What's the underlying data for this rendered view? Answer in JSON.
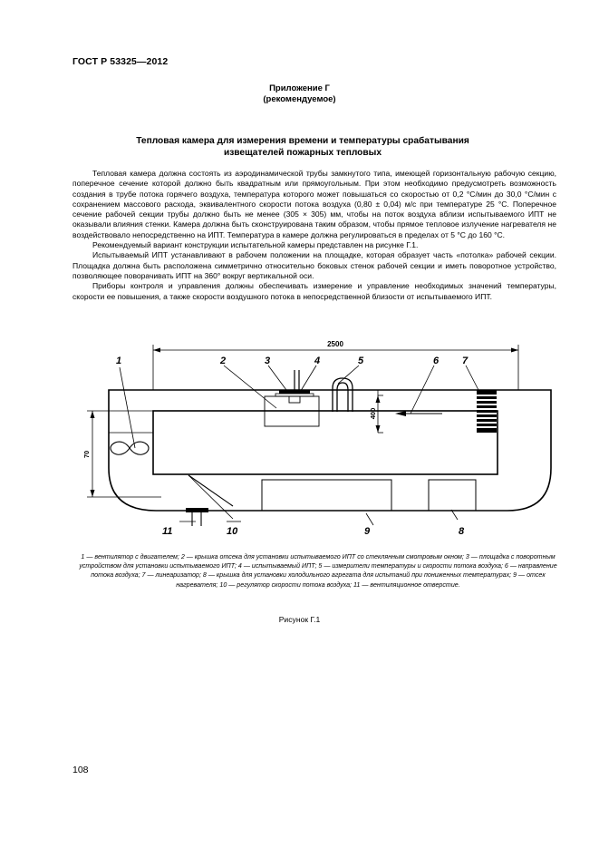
{
  "header": {
    "standard": "ГОСТ Р 53325—2012"
  },
  "annex": {
    "line1": "Приложение Г",
    "line2": "(рекомендуемое)"
  },
  "title": {
    "line1": "Тепловая камера для измерения времени и температуры срабатывания",
    "line2": "извещателей пожарных тепловых"
  },
  "body": {
    "p1": "Тепловая камера должна состоять из аэродинамической трубы замкнутого типа, имеющей горизонтальную рабочую секцию, поперечное сечение которой должно быть квадратным или прямоугольным. При этом необходимо предусмотреть возможность создания в трубе потока горячего воздуха, температура которого может повышаться со скоростью от 0,2 °С/мин до 30,0 °С/мин с сохранением массового расхода, эквивалентного скорости потока воздуха (0,80 ± 0,04) м/с при температуре 25 °С. Поперечное сечение рабочей секции трубы должно быть не менее (305 × 305) мм, чтобы на поток воздуха вблизи испытываемого ИПТ не оказывали влияния стенки. Камера должна быть сконструирована таким образом, чтобы прямое тепловое излучение нагревателя не воздействовало непосредственно на ИПТ. Температура в камере должна регулироваться в пределах от 5 °С до 160 °С.",
    "p2": "Рекомендуемый вариант конструкции испытательной камеры представлен на рисунке Г.1.",
    "p3": "Испытываемый ИПТ устанавливают в рабочем положении на площадке, которая образует часть «потолка» рабочей секции. Площадка должна быть расположена симметрично относительно боковых стенок рабочей секции и иметь поворотное устройство, позволяющее поворачивать ИПТ на 360° вокруг вертикальной оси.",
    "p4": "Приборы контроля и управления должны обеспечивать измерение и управление необходимых значений температуры, скорости ее повышения, а также скорости воздушного потока в непосредственной близости от испытываемого ИПТ."
  },
  "figure": {
    "dim_2500": "2500",
    "dim_400": "400",
    "dim_70": "70",
    "labels": [
      "1",
      "2",
      "3",
      "4",
      "5",
      "6",
      "7",
      "8",
      "9",
      "10",
      "11"
    ]
  },
  "legend": {
    "n1": "1",
    "t1": " — вентилятор с двигателем; ",
    "n2": "2",
    "t2": " — крышка отсека для установки испытываемого ИПТ со стеклянным смотровым окном; ",
    "n3": "3",
    "t3": " — площадка с поворотным устройством для установки испытываемого ИПТ; ",
    "n4": "4",
    "t4": " — испытываемый ИПТ; ",
    "n5": "5",
    "t5": " — измерители температуры и скорости потока воздуха; ",
    "n6": "6",
    "t6": " — направление потока воздуха; ",
    "n7": "7",
    "t7": " — линеаризатор; ",
    "n8": "8",
    "t8": " — крышка для установки холодильного агрегата для испытаний при пониженных температурах; ",
    "n9": "9",
    "t9": " — отсек нагревателя; ",
    "n10": "10",
    "t10": " — регулятор скорости потока воздуха; ",
    "n11": "11",
    "t11": " — вентиляционное отверстие."
  },
  "caption": "Рисунок Г.1",
  "page_number": "108"
}
